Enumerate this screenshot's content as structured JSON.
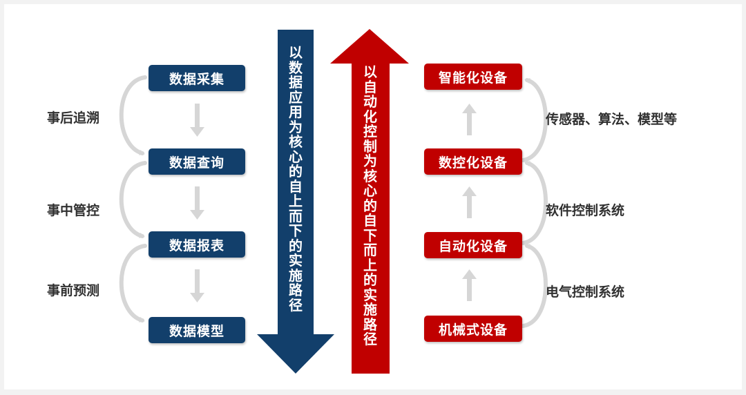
{
  "left_boxes": [
    "数据采集",
    "数据查询",
    "数据报表",
    "数据模型"
  ],
  "left_labels": [
    "事后追溯",
    "事中管控",
    "事前预测"
  ],
  "down_arrow_text": "以数据应用为核心的自上而下的实施路径",
  "up_arrow_text": "以自动化控制为核心的自下而上的实施路径",
  "right_boxes": [
    "智能化设备",
    "数控化设备",
    "自动化设备",
    "机械式设备"
  ],
  "right_labels": [
    "传感器、算法、模型等",
    "软件控制系统",
    "电气控制系统"
  ],
  "colors": {
    "blue": "#123f6b",
    "red": "#c00000",
    "connector": "#d6d6d6",
    "label_text": "#303030"
  }
}
